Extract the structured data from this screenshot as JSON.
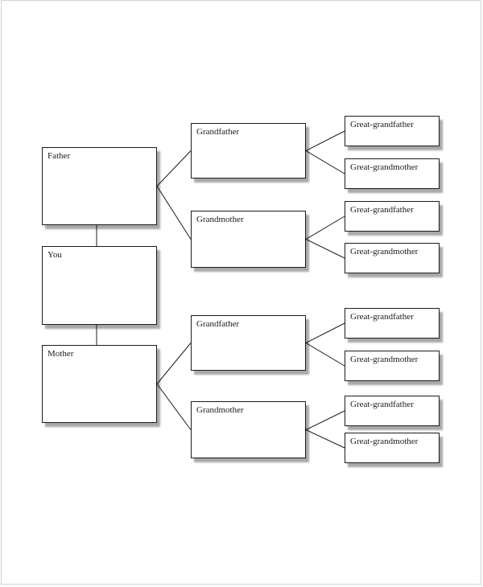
{
  "colors": {
    "page_background": "#ffffff",
    "page_border": "#d2d2d2",
    "box_fill": "#ffffff",
    "box_border": "#1c1c1c",
    "box_shadow": "#a9a9a9",
    "line": "#1c1c1c"
  },
  "tree": {
    "description": "Blank family tree template with three generations",
    "generations": [
      "self-and-parents",
      "grandparents",
      "great-grandparents"
    ],
    "nodes": {
      "father": {
        "label": "Father"
      },
      "you": {
        "label": "You"
      },
      "mother": {
        "label": "Mother"
      },
      "paternal_grandfather": {
        "label": "Grandfather"
      },
      "paternal_grandmother": {
        "label": "Grandmother"
      },
      "maternal_grandfather": {
        "label": "Grandfather"
      },
      "maternal_grandmother": {
        "label": "Grandmother"
      },
      "paternal_grandfathers_father": {
        "label": "Great-grandfather"
      },
      "paternal_grandfathers_mother": {
        "label": "Great-grandmother"
      },
      "paternal_grandmothers_father": {
        "label": "Great-grandfather"
      },
      "paternal_grandmothers_mother": {
        "label": "Great-grandmother"
      },
      "maternal_grandfathers_father": {
        "label": "Great-grandfather"
      },
      "maternal_grandfathers_mother": {
        "label": "Great-grandmother"
      },
      "maternal_grandmothers_father": {
        "label": "Great-grandfather"
      },
      "maternal_grandmothers_mother": {
        "label": "Great-grandmother"
      }
    },
    "edges": [
      {
        "from": "you",
        "to": "father"
      },
      {
        "from": "you",
        "to": "mother"
      },
      {
        "from": "father",
        "to": "paternal_grandfather"
      },
      {
        "from": "father",
        "to": "paternal_grandmother"
      },
      {
        "from": "mother",
        "to": "maternal_grandfather"
      },
      {
        "from": "mother",
        "to": "maternal_grandmother"
      },
      {
        "from": "paternal_grandfather",
        "to": "paternal_grandfathers_father"
      },
      {
        "from": "paternal_grandfather",
        "to": "paternal_grandfathers_mother"
      },
      {
        "from": "paternal_grandmother",
        "to": "paternal_grandmothers_father"
      },
      {
        "from": "paternal_grandmother",
        "to": "paternal_grandmothers_mother"
      },
      {
        "from": "maternal_grandfather",
        "to": "maternal_grandfathers_father"
      },
      {
        "from": "maternal_grandfather",
        "to": "maternal_grandfathers_mother"
      },
      {
        "from": "maternal_grandmother",
        "to": "maternal_grandmothers_father"
      },
      {
        "from": "maternal_grandmother",
        "to": "maternal_grandmothers_mother"
      }
    ]
  }
}
